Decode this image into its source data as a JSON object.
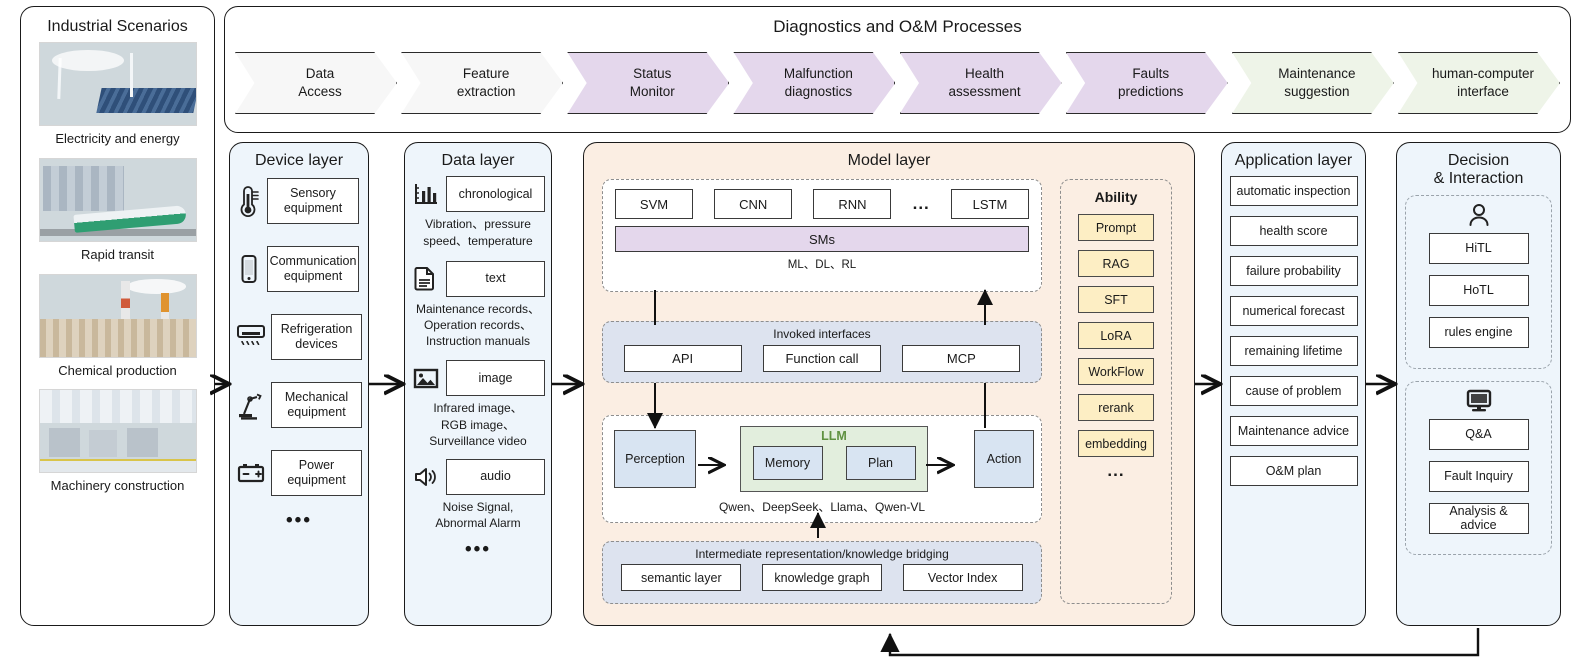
{
  "banner": {
    "title": "Diagnostics and O&M Processes",
    "steps": [
      {
        "label_1": "Data",
        "label_2": "Access",
        "tone": "grey"
      },
      {
        "label_1": "Feature",
        "label_2": "extraction",
        "tone": "grey"
      },
      {
        "label_1": "Status",
        "label_2": "Monitor",
        "tone": "purple"
      },
      {
        "label_1": "Malfunction",
        "label_2": "diagnostics",
        "tone": "purple"
      },
      {
        "label_1": "Health",
        "label_2": "assessment",
        "tone": "purple"
      },
      {
        "label_1": "Faults",
        "label_2": "predictions",
        "tone": "purple"
      },
      {
        "label_1": "Maintenance",
        "label_2": "suggestion",
        "tone": "green"
      },
      {
        "label_1": "human-computer",
        "label_2": "interface",
        "tone": "green"
      }
    ]
  },
  "scenarios": {
    "title": "Industrial Scenarios",
    "items": [
      {
        "caption": "Electricity and energy",
        "art": "wind-turbines-solar-photo"
      },
      {
        "caption": "Rapid transit",
        "art": "city-train-photo"
      },
      {
        "caption": "Chemical production",
        "art": "refinery-photo"
      },
      {
        "caption": "Machinery construction",
        "art": "factory-floor-photo"
      }
    ]
  },
  "device_layer": {
    "title": "Device layer",
    "items": [
      {
        "label": "Sensory equipment",
        "icon": "thermometer-icon"
      },
      {
        "label": "Communication equipment",
        "icon": "smartphone-icon"
      },
      {
        "label": "Refrigeration devices",
        "icon": "air-conditioner-icon"
      },
      {
        "label": "Mechanical equipment",
        "icon": "robot-arm-icon"
      },
      {
        "label": "Power equipment",
        "icon": "battery-icon"
      }
    ],
    "more": "•••"
  },
  "data_layer": {
    "title": "Data layer",
    "items": [
      {
        "label": "chronological",
        "icon": "bar-chart-icon",
        "sub": "Vibration、pressure\nspeed、temperature"
      },
      {
        "label": "text",
        "icon": "document-icon",
        "sub": "Maintenance records、\nOperation records、\nInstruction manuals"
      },
      {
        "label": "image",
        "icon": "picture-icon",
        "sub": "Infrared image、\nRGB image、\nSurveillance video"
      },
      {
        "label": "audio",
        "icon": "speaker-icon",
        "sub": "Noise Signal,\nAbnormal Alarm"
      }
    ],
    "more": "•••"
  },
  "model_layer": {
    "title": "Model layer",
    "models": {
      "boxes": [
        "SVM",
        "CNN",
        "RNN"
      ],
      "ellipsis": "...",
      "last": "LSTM",
      "sms_label": "SMs",
      "caption": "ML、DL、RL"
    },
    "invoked": {
      "title": "Invoked interfaces",
      "boxes": [
        "API",
        "Function call",
        "MCP"
      ]
    },
    "agent": {
      "perception": "Perception",
      "llm_label": "LLM",
      "llm_parts": [
        "Memory",
        "Plan"
      ],
      "action": "Action",
      "caption": "Qwen、DeepSeek、Llama、Qwen-VL"
    },
    "intermediate": {
      "title": "Intermediate representation/knowledge bridging",
      "boxes": [
        "semantic layer",
        "knowledge graph",
        "Vector Index"
      ]
    },
    "ability": {
      "title": "Ability",
      "items": [
        "Prompt",
        "RAG",
        "SFT",
        "LoRA",
        "WorkFlow",
        "rerank",
        "embedding"
      ],
      "more": "..."
    }
  },
  "application_layer": {
    "title": "Application layer",
    "items": [
      "automatic inspection",
      "health score",
      "failure probability",
      "numerical forecast",
      "remaining lifetime",
      "cause of problem",
      "Maintenance advice",
      "O&M plan"
    ]
  },
  "decision": {
    "title_1": "Decision",
    "title_2": "& Interaction",
    "groups": [
      {
        "icon": "person-icon",
        "items": [
          "HiTL",
          "HoTL",
          "rules engine"
        ]
      },
      {
        "icon": "monitor-icon",
        "items": [
          "Q&A",
          "Fault Inquiry",
          "Analysis &\nadvice"
        ]
      }
    ]
  },
  "colors": {
    "chevron_purple": "#e4d7ec",
    "chevron_green": "#eef4e8",
    "chevron_grey": "#f7f7f7",
    "panel_blue": "#eef5fb",
    "model_peach": "#fbeee3",
    "section_blue": "#dde3ef",
    "ability_yellow": "#fdeec4",
    "llm_green": "#e2eedd",
    "agent_blue": "#d8e4f2",
    "outline": "#1a1a1a"
  }
}
